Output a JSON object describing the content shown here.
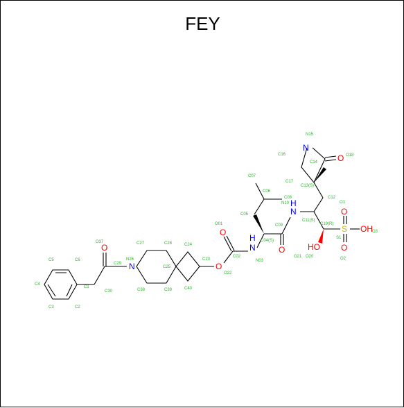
{
  "title": "FEY",
  "colors": {
    "bond": "#000000",
    "carbon_label": "#2bb32b",
    "oxygen": "#ff0000",
    "nitrogen": "#0000ff",
    "sulfur": "#c8b400"
  },
  "heteroatoms": [
    {
      "symbol": "N"
    },
    {
      "symbol": "O"
    },
    {
      "symbol": "N"
    },
    {
      "symbol": "O"
    },
    {
      "symbol": "O"
    },
    {
      "symbol": "O"
    },
    {
      "symbol": "H"
    },
    {
      "symbol": "N"
    },
    {
      "symbol": "O"
    },
    {
      "symbol": "N"
    },
    {
      "symbol": "H"
    },
    {
      "symbol": "O"
    },
    {
      "symbol": "HO"
    },
    {
      "symbol": "S"
    },
    {
      "symbol": "O"
    },
    {
      "symbol": "OH"
    },
    {
      "symbol": "O"
    }
  ],
  "atom_labels": [
    "C5",
    "C6",
    "C4",
    "C1",
    "C3",
    "C2",
    "O37",
    "C29",
    "C30",
    "N26",
    "C27",
    "C28",
    "C38",
    "C39",
    "C25",
    "C24",
    "C23",
    "C40",
    "O22",
    "O01",
    "C02",
    "N03",
    "C04(S)",
    "C05",
    "C07",
    "C06",
    "C08",
    "N10",
    "C09",
    "O21",
    "O20",
    "C11(S)",
    "C12",
    "C19(R)",
    "O1",
    "S1",
    "O3",
    "O2",
    "N15",
    "C16",
    "C14",
    "O18",
    "C17",
    "C13(S)"
  ]
}
